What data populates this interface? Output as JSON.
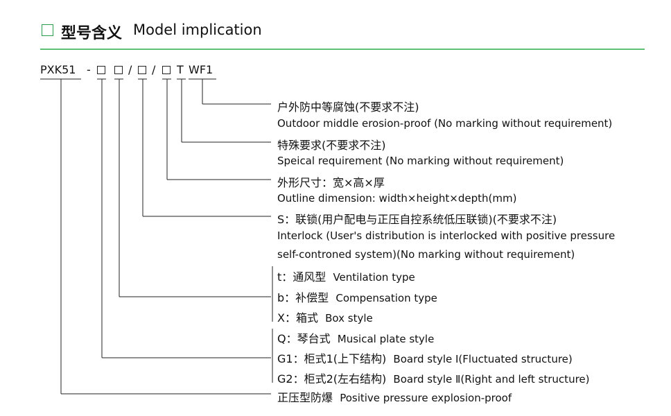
{
  "title": {
    "cn": "型号含义",
    "en": "Model implication"
  },
  "code": {
    "prefix": "PXK51",
    "dash": "-",
    "slash": "/",
    "t_letter": "T",
    "suffix": "WF1"
  },
  "items": [
    {
      "cn": "户外防中等腐蚀(不要求不注)",
      "en": "Outdoor middle erosion-proof (No marking without requirement)"
    },
    {
      "cn": "特殊要求(不要求不注)",
      "en": "Speical requirement (No marking without requirement)"
    },
    {
      "cn": "外形尺寸：宽×高×厚",
      "en": "Outline dimension: width×height×depth(mm)"
    },
    {
      "cn": "S：联锁(用户配电与正压自控系统低压联锁)(不要求不注)",
      "en1": "Interlock (User's distribution is interlocked with positive pressure",
      "en2": "self-controned system)(No marking without requirement)"
    }
  ],
  "group_b": [
    {
      "cn": "t：通风型",
      "en": "Ventilation type"
    },
    {
      "cn": "b：补偿型",
      "en": "Compensation type"
    },
    {
      "cn": "X：箱式",
      "en": "Box style"
    }
  ],
  "group_q": [
    {
      "cn": "Q：琴台式",
      "en": "Musical plate style"
    },
    {
      "cn": "G1：柜式1(上下结构)",
      "en": "Board style Ⅰ(Fluctuated structure)"
    },
    {
      "cn": "G2：柜式2(左右结构)",
      "en": "Board style Ⅱ(Right and left structure)"
    }
  ],
  "last": {
    "cn": "正压型防爆",
    "en": "Positive pressure explosion-proof"
  },
  "colors": {
    "accent": "#2a9d4a",
    "rule": "#5fbf72",
    "line": "#222222"
  }
}
